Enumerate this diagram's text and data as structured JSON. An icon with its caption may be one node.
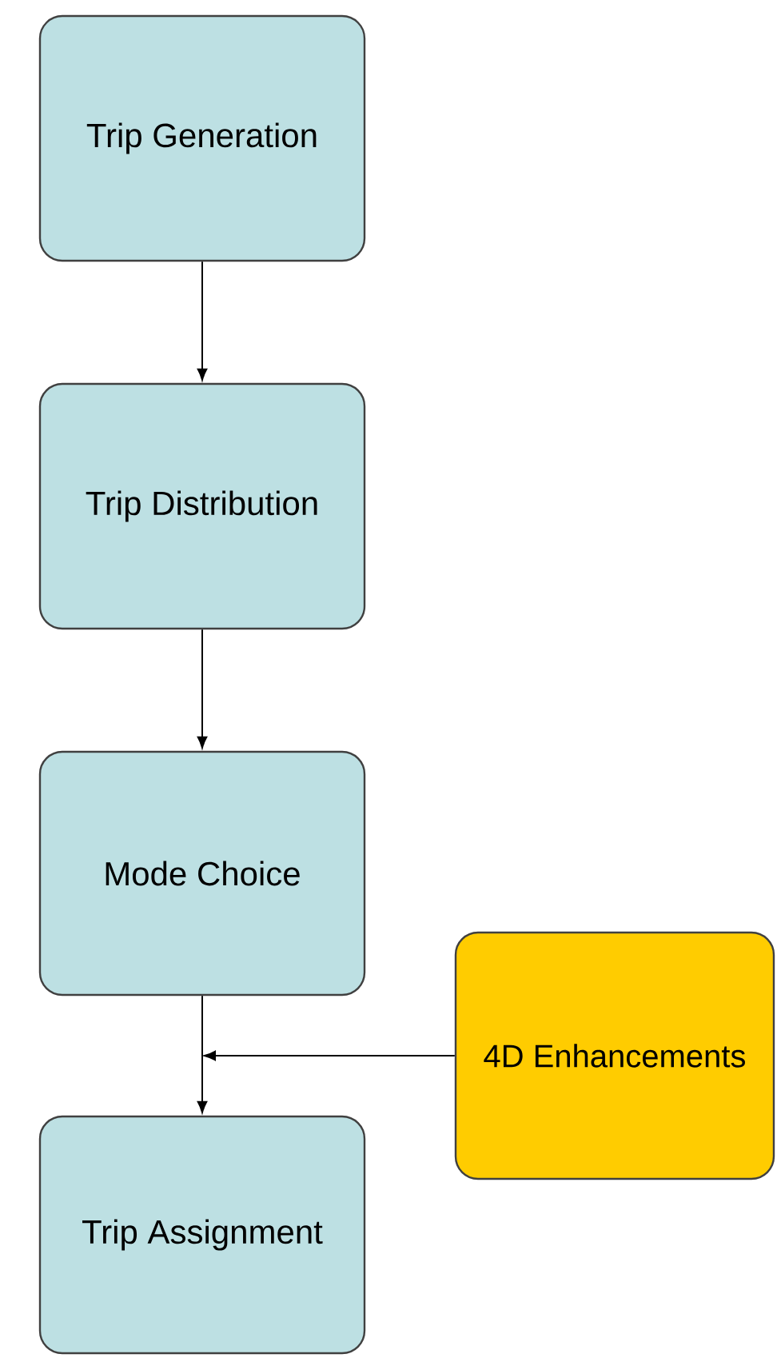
{
  "diagram": {
    "nodes": [
      {
        "text": [
          "Trip Generation"
        ]
      },
      {
        "text": [
          "Trip Distribution"
        ]
      },
      {
        "text": [
          "Mode Choice"
        ]
      },
      {
        "text": [
          "Trip Assignment"
        ]
      },
      {
        "text": [
          "4D Enhancements"
        ]
      }
    ],
    "edges": [
      {
        "from": 0,
        "to": 1,
        "arrow": "to"
      },
      {
        "from": 1,
        "to": 2,
        "arrow": "to"
      },
      {
        "from": 2,
        "to": 3,
        "arrow": "to"
      },
      {
        "from": 4,
        "to": null,
        "arrow": "to"
      }
    ]
  }
}
